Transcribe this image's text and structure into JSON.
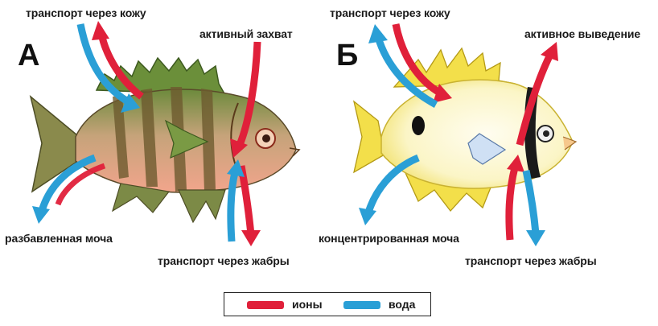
{
  "panel_a": {
    "letter": "А",
    "skin_label": "транспорт через кожу",
    "active_label": "активный захват",
    "urine_label": "разбавленная моча",
    "gills_label": "транспорт через жабры"
  },
  "panel_b": {
    "letter": "Б",
    "skin_label": "транспорт через кожу",
    "active_label": "активное выведение",
    "urine_label": "концентрированная моча",
    "gills_label": "транспорт через жабры"
  },
  "legend": {
    "ions_label": "ионы",
    "water_label": "вода",
    "ions_color": "#e0203a",
    "water_color": "#2a9fd6"
  }
}
